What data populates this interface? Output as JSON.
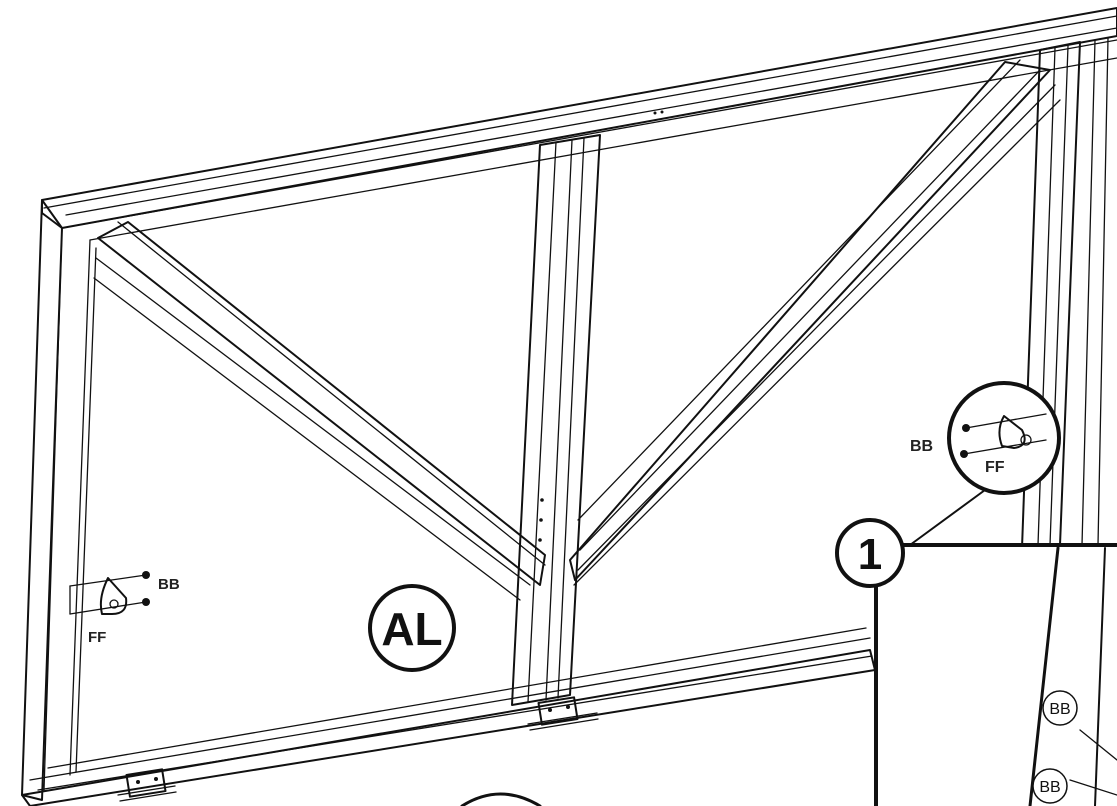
{
  "labels": {
    "part_label": "AL",
    "step_number": "1",
    "left_bb": "BB",
    "left_ff": "FF",
    "right_bb": "BB",
    "right_ff": "FF",
    "detail_bb_1": "BB",
    "detail_bb_2": "BB"
  }
}
